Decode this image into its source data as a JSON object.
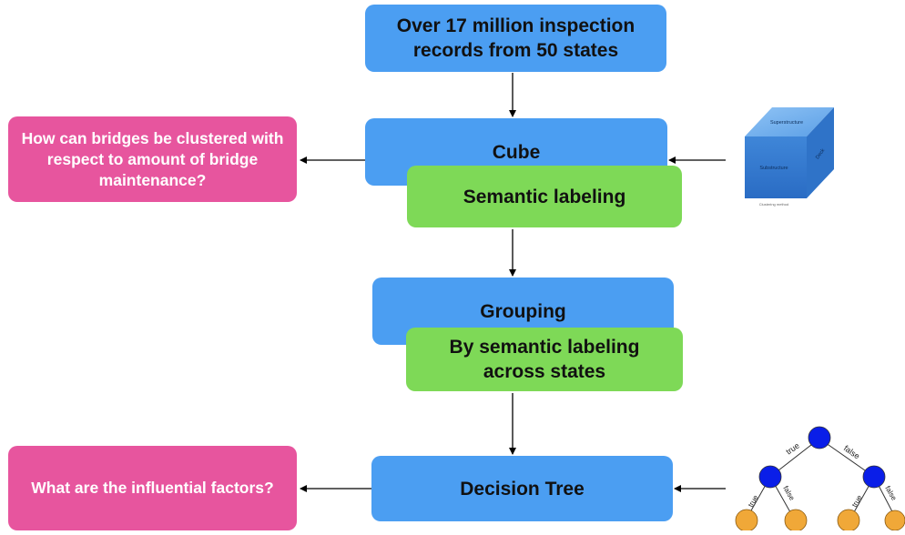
{
  "nodes": {
    "source": "Over 17 million inspection records from 50 states",
    "cube": "Cube",
    "semantic_labeling": "Semantic labeling",
    "grouping": "Grouping",
    "by_semantic": "By semantic labeling across states",
    "decision_tree": "Decision Tree"
  },
  "questions": {
    "q1": "How can bridges be clustered with respect to amount of  bridge maintenance?",
    "q2": "What are the influential factors?"
  },
  "cube_image": {
    "top_label": "Superstructure",
    "front_label": "Substructure",
    "side_label": "Deck",
    "caption": "Clustering method"
  },
  "tree_image": {
    "edge_true": "true",
    "edge_false": "false"
  },
  "colors": {
    "blue": "#4b9ef2",
    "green": "#7ed957",
    "pink": "#e7559e",
    "tree_node_blue": "#0a1ee8",
    "tree_leaf_orange": "#f0a838"
  }
}
